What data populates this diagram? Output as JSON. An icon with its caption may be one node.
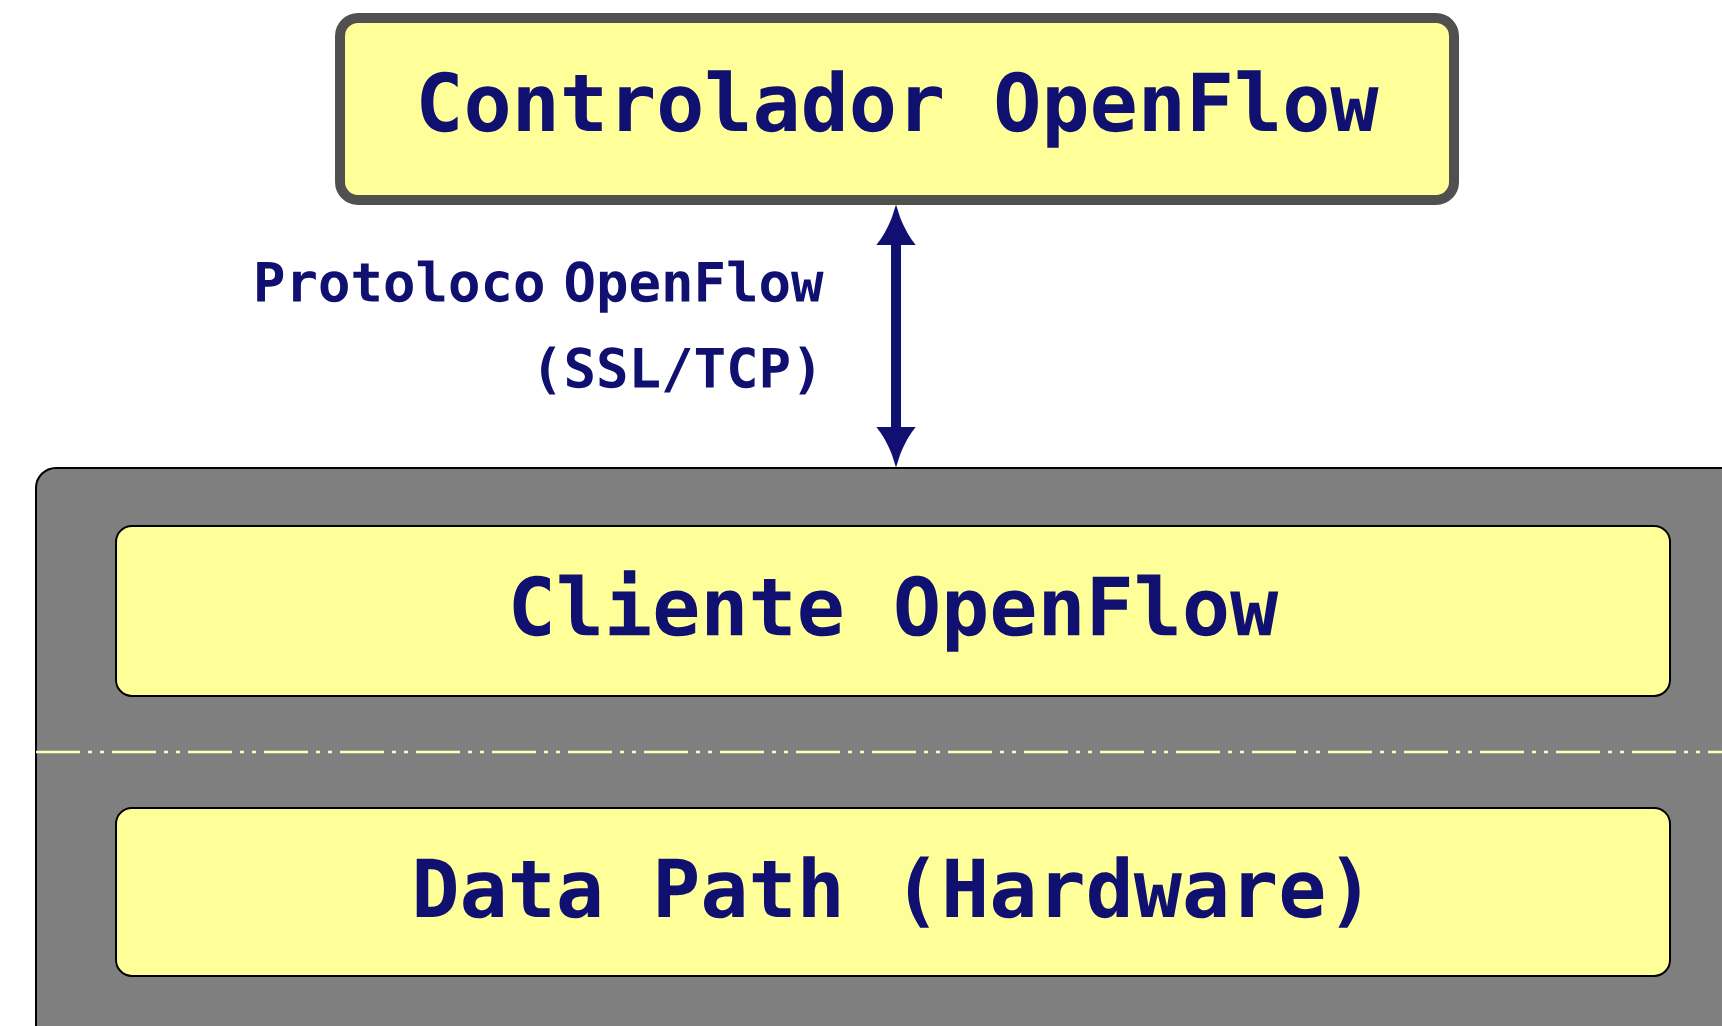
{
  "diagram": {
    "nodes": [
      {
        "text": [
          "Controlador OpenFlow"
        ]
      },
      {
        "text": [],
        "shape": "box"
      },
      {
        "text": [
          "Cliente OpenFlow"
        ],
        "in": 1
      },
      {
        "text": [
          "Data Path (Hardware)"
        ],
        "in": 1
      }
    ],
    "edges": [
      {
        "from": 0,
        "to": 1,
        "arrow": "both",
        "label": "Protoloco OpenFlow (SSL/TCP)"
      }
    ]
  }
}
